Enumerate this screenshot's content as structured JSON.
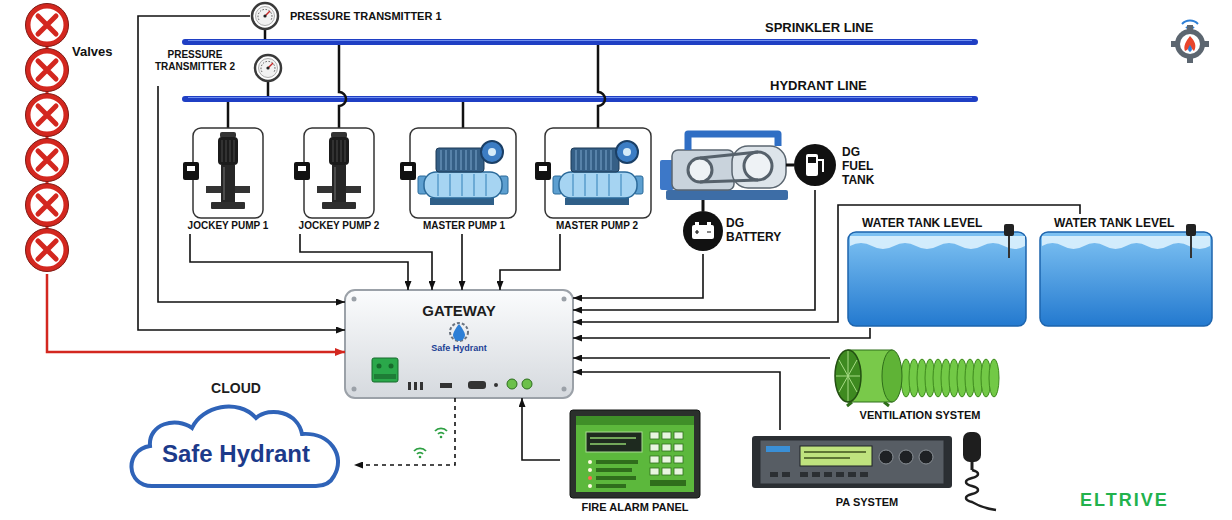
{
  "diagram": {
    "nodes": [
      {
        "text": [
          "Valves"
        ]
      },
      {
        "text": [
          "PRESSURE TRANSMITTER 1"
        ]
      },
      {
        "text": [
          "PRESSURE TRANSMITTER 2"
        ]
      },
      {
        "text": [
          "JOCKEY PUMP 1"
        ]
      },
      {
        "text": [
          "JOCKEY PUMP 2"
        ]
      },
      {
        "text": [
          "MASTER PUMP 1"
        ]
      },
      {
        "text": [
          "MASTER PUMP 2"
        ]
      },
      {
        "text": [
          "DG FUEL TANK"
        ]
      },
      {
        "text": [
          "DG BATTERY"
        ]
      },
      {
        "text": [
          "WATER TANK LEVEL"
        ]
      },
      {
        "text": [
          "WATER TANK LEVEL"
        ]
      },
      {
        "text": [
          "GATEWAY",
          "Safe Hydrant"
        ]
      },
      {
        "text": [
          "VENTILATION SYSTEM"
        ]
      },
      {
        "text": [
          "CLOUD",
          "Safe Hydrant"
        ]
      },
      {
        "text": [
          "FIRE ALARM PANEL"
        ]
      },
      {
        "text": [
          "PA SYSTEM"
        ]
      }
    ],
    "edges": [
      {
        "from": 0,
        "to": 11,
        "arrow": "to"
      },
      {
        "from": 1,
        "to": 11,
        "arrow": "to"
      },
      {
        "from": 2,
        "to": 11,
        "arrow": "to"
      },
      {
        "from": 3,
        "to": 11,
        "arrow": "to"
      },
      {
        "from": 4,
        "to": 11,
        "arrow": "to"
      },
      {
        "from": 5,
        "to": 11,
        "arrow": "to"
      },
      {
        "from": 6,
        "to": 11,
        "arrow": "to"
      },
      {
        "from": 7,
        "to": 11,
        "arrow": "to"
      },
      {
        "from": 8,
        "to": 11,
        "arrow": "to"
      },
      {
        "from": 9,
        "to": 11,
        "arrow": "to"
      },
      {
        "from": 10,
        "to": 11,
        "arrow": "to"
      },
      {
        "from": 12,
        "to": 11,
        "arrow": "to"
      },
      {
        "from": 14,
        "to": 11,
        "arrow": "to"
      },
      {
        "from": 15,
        "to": 11,
        "arrow": "to"
      },
      {
        "from": 11,
        "to": 13,
        "arrow": "to"
      }
    ],
    "labels": [
      "SPRINKLER LINE",
      "HYDRANT LINE",
      "ELTRIVE"
    ]
  }
}
